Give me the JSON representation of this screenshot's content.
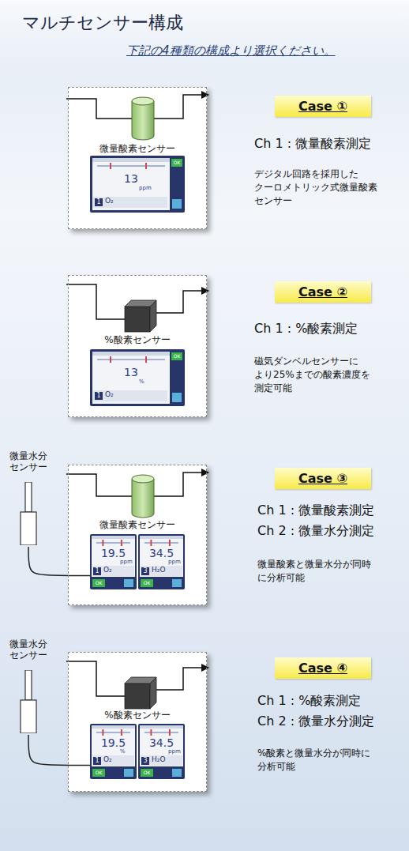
{
  "diagram": {
    "title": "マルチセンサー構成",
    "nodes": [
      {
        "text": [
          "微量酸素センサー"
        ]
      },
      {
        "text": [
          "13",
          "ppm",
          "1",
          "O₂",
          "OK"
        ],
        "in": 0
      },
      {
        "text": [
          "Case ①"
        ]
      },
      {
        "text": [
          "%酸素センサー"
        ]
      },
      {
        "text": [
          "13",
          "%",
          "1",
          "O₂",
          "OK"
        ],
        "in": 3
      },
      {
        "text": [
          "Case ②"
        ]
      },
      {
        "text": [
          "微量水分 センサー"
        ]
      },
      {
        "text": [
          "微量酸素センサー"
        ]
      },
      {
        "text": [
          "19.5",
          "ppm",
          "1",
          "O₂",
          "OK"
        ],
        "in": 7
      },
      {
        "text": [
          "34.5",
          "ppm",
          "3",
          "H₂O",
          "OK"
        ],
        "in": 7
      },
      {
        "text": [
          "Case ③"
        ]
      },
      {
        "text": [
          "微量水分 センサー"
        ]
      },
      {
        "text": [
          "%酸素センサー"
        ]
      },
      {
        "text": [
          "19.5",
          "%",
          "1",
          "O₂",
          "OK"
        ],
        "in": 12
      },
      {
        "text": [
          "34.5",
          "ppm",
          "3",
          "H₂O",
          "OK"
        ],
        "in": 12
      },
      {
        "text": [
          "Case ④"
        ]
      }
    ],
    "edges": [
      {
        "from": 6,
        "to": 8,
        "arrow": "none"
      },
      {
        "from": 11,
        "to": 13,
        "arrow": "none"
      }
    ],
    "labels": [
      "下記の4種類の構成より選択ください。",
      "Ch 1 : 微量酸素測定",
      "デジタル回路を採用した クーロメトリック式微量酸素 センサー",
      "Ch 1 : %酸素測定",
      "磁気ダンベルセンサーに より25%までの酸素濃度を 測定可能",
      "Ch 1 : 微量酸素測定",
      "Ch 2 : 微量水分測定",
      "微量酸素と微量水分が同時 に分析可能",
      "Ch 1 : %酸素測定",
      "Ch 2 : 微量水分測定",
      "%酸素と微量水分が同時に 分析可能"
    ]
  }
}
